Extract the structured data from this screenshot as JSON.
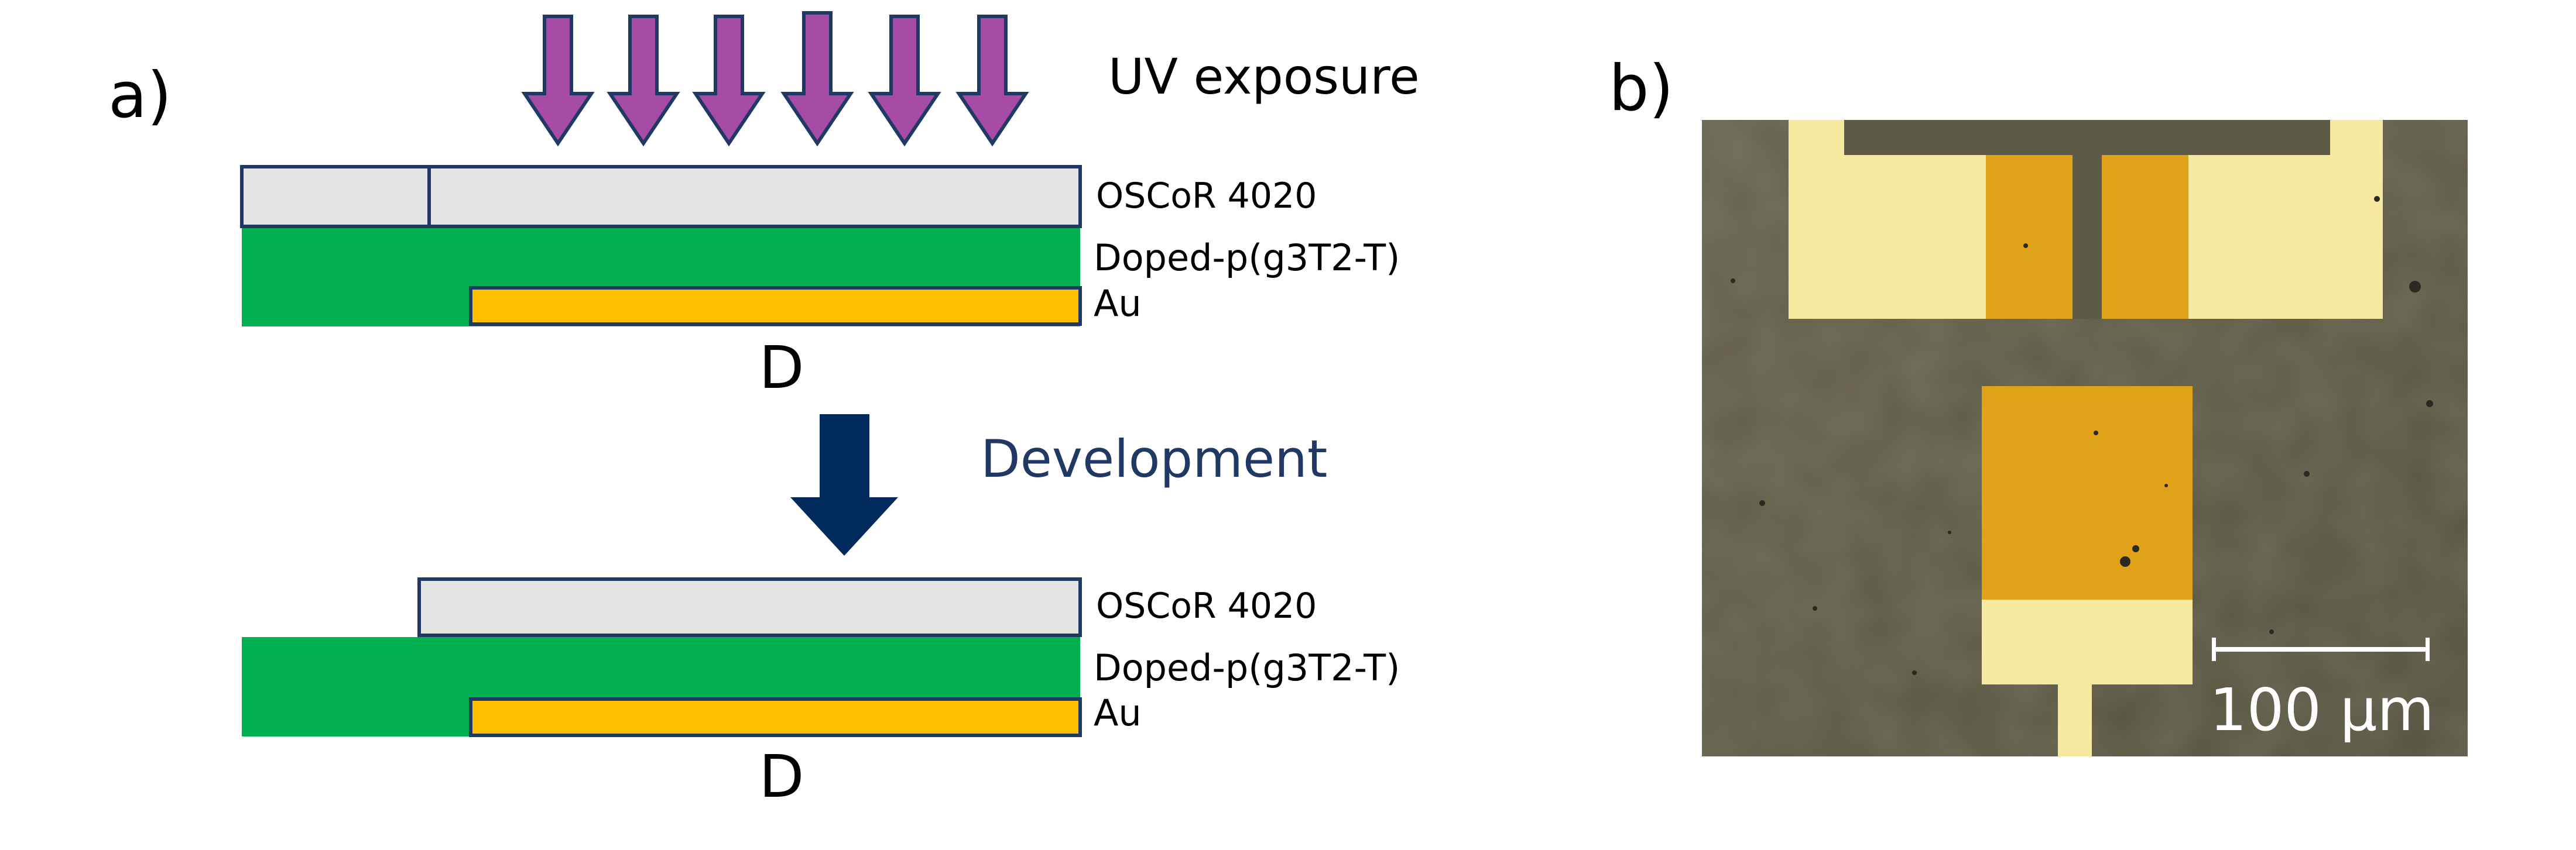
{
  "panel_a": {
    "label": "a)",
    "top_stack": {
      "exposure_label": "UV exposure",
      "layers": [
        "OSCoR 4020",
        "Doped-p(g3T2-T)",
        "Au"
      ],
      "electrode_label": "D"
    },
    "step_label": "Development",
    "bottom_stack": {
      "layers": [
        "OSCoR 4020",
        "Doped-p(g3T2-T)",
        "Au"
      ],
      "electrode_label": "D"
    }
  },
  "panel_b": {
    "label": "b)",
    "scale_bar_label": "100 µm"
  },
  "colors": {
    "uv_arrow": "#a64ca6",
    "uv_arrow_edge": "#1f3864",
    "photoresist": "#e4e4e4",
    "outline": "#1f3864",
    "polymer": "#00b050",
    "gold": "#ffc000",
    "development_arrow": "#002b5c",
    "development_text": "#1f3864",
    "micrograph_background": "#5d5a45",
    "micrograph_gold_bright": "#f7eaa0",
    "micrograph_gold_dark": "#e0a219",
    "scale_bar": "#ffffff"
  }
}
